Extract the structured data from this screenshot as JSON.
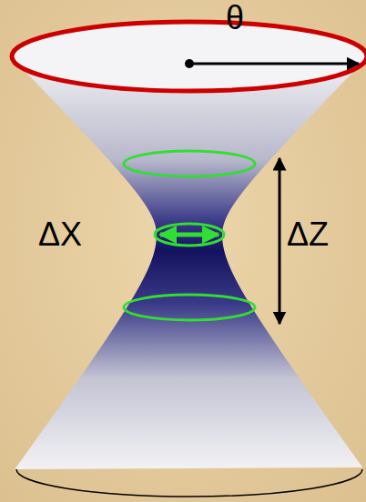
{
  "diagram": {
    "labels": [
      "θ",
      "ΔX",
      "ΔZ"
    ]
  }
}
